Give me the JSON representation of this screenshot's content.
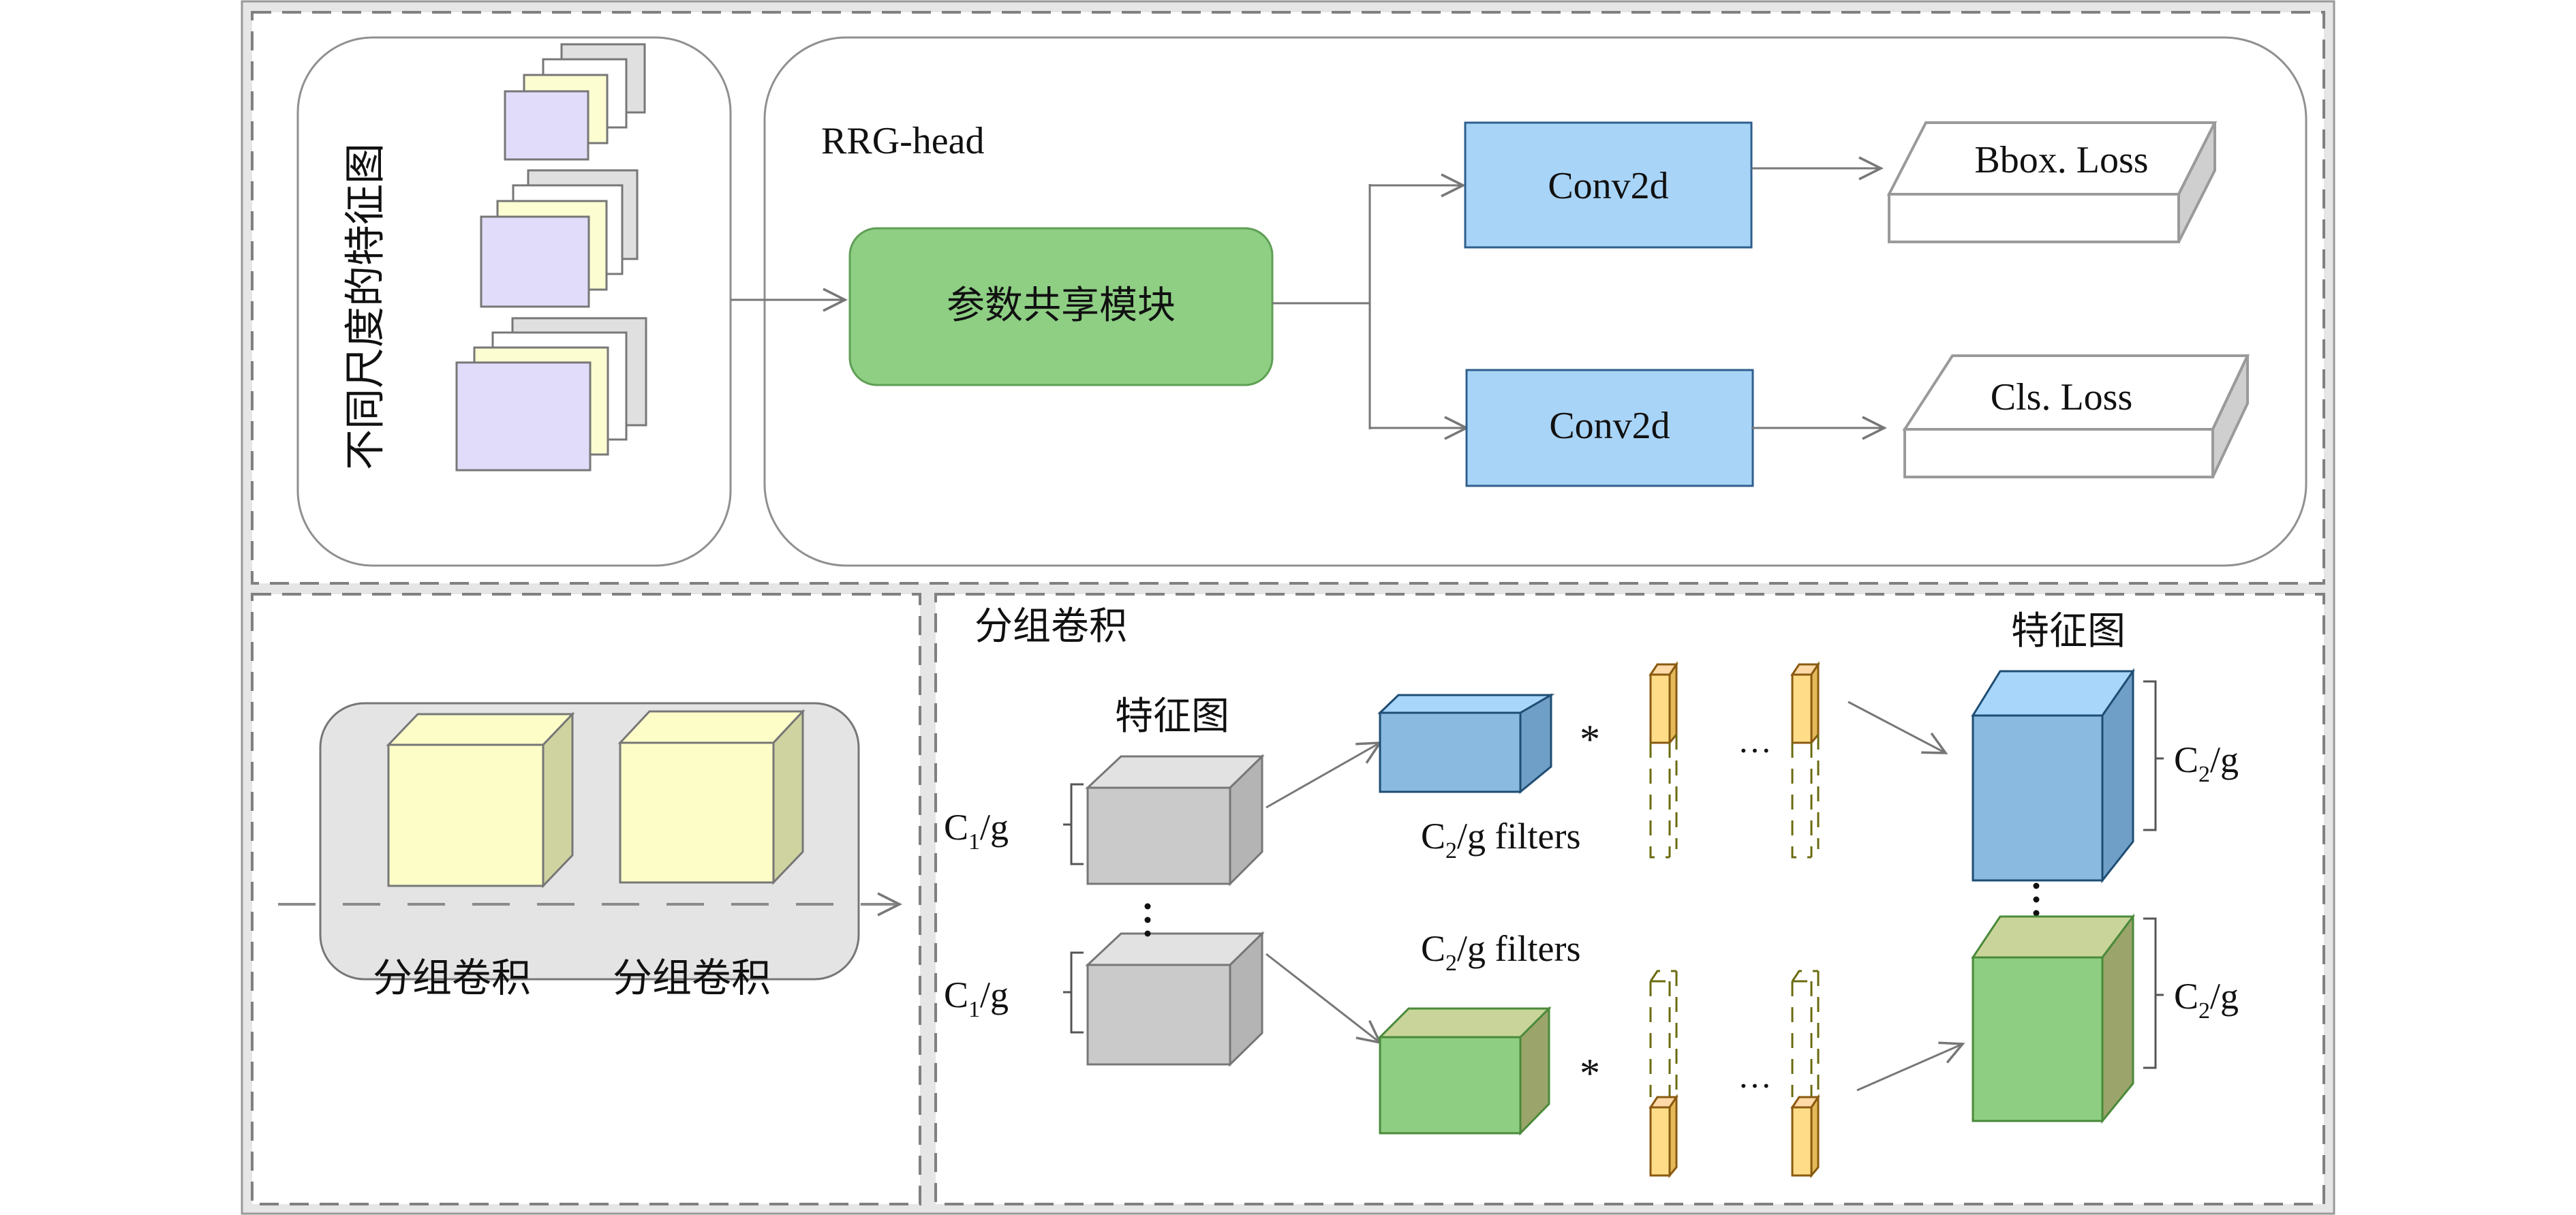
{
  "top_panel": {
    "feature_maps_label": "不同尺度的特征图",
    "head_title": "RRG-head",
    "shared_module_label": "参数共享模块",
    "conv_top_label": "Conv2d",
    "conv_bottom_label": "Conv2d",
    "bbox_loss_label": "Bbox. Loss",
    "cls_loss_label": "Cls. Loss"
  },
  "bottom_left_panel": {
    "block1_label": "分组卷积",
    "block2_label": "分组卷积"
  },
  "bottom_right_panel": {
    "title": "分组卷积",
    "input_feature_label": "特征图",
    "output_feature_label": "特征图",
    "c1_label_main": "C",
    "c1_sub": "1",
    "c1_suffix": "/g",
    "c2_main": "C",
    "c2_sub": "2",
    "c2_suffix": "/g",
    "filters_suffix": "/g filters",
    "convolution_symbol": "*",
    "ellipsis_h": "···",
    "ellipsis_v": "⋮"
  },
  "colors": {
    "frame_gray": "#8c8c8c",
    "outer_band": "#e6e6e6",
    "feature_purple": "#e1dcfa",
    "feature_yellow": "#fdfdd2",
    "feature_gray": "#e0e0e0",
    "module_green": "#8ecf84",
    "conv_blue": "#a8d4f7",
    "cube_blue_front": "#8bbae0",
    "cube_blue_top": "#a8d6fa",
    "cube_blue_side": "#6f9fc6",
    "cube_green_front": "#8dce82",
    "cube_green_top": "#c9d49a",
    "cube_green_side": "#9ba46a",
    "cube_gray_front": "#cacaca",
    "cube_gray_top": "#e2e2e2",
    "cube_gray_side": "#b4b4b4",
    "filter_orange": "#ffdd88",
    "filter_orange_side": "#e3b95a",
    "group_box_gray": "#e4e4e4",
    "group_cube_yellow": "#fdfdc8",
    "group_cube_side": "#cfd3a0"
  }
}
